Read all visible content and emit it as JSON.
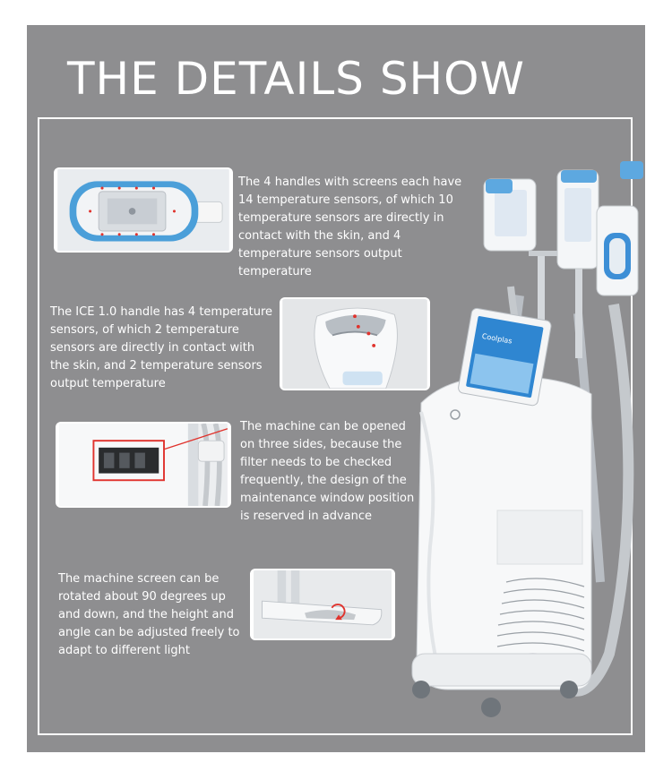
{
  "page": {
    "title": "THE DETAILS SHOW",
    "colors": {
      "background": "#8e8e90",
      "text": "#ffffff",
      "accent_blue": "#3d8fd6",
      "sensor_red": "#e0332d"
    }
  },
  "details": [
    {
      "id": "handles-screens",
      "text": "The 4 handles with screens each have 14 temperature sensors, of which 10 temperature sensors are directly in contact with the skin, and 4 temperature sensors output temperature"
    },
    {
      "id": "ice-handle",
      "text": "The ICE 1.0 handle has 4 temperature sensors, of which 2 temperature sensors are directly in contact with the skin, and 2 temperature sensors output temperature"
    },
    {
      "id": "maintenance-window",
      "text": "The machine can be opened on three sides, because the filter needs to be checked frequently, the design of the maintenance window position is reserved in advance"
    },
    {
      "id": "rotating-screen",
      "text": "The machine screen can be rotated about 90 degrees up and down, and the height and angle can be adjusted freely to adapt to different light"
    }
  ],
  "machine": {
    "screen_brand": "Coolplas"
  }
}
